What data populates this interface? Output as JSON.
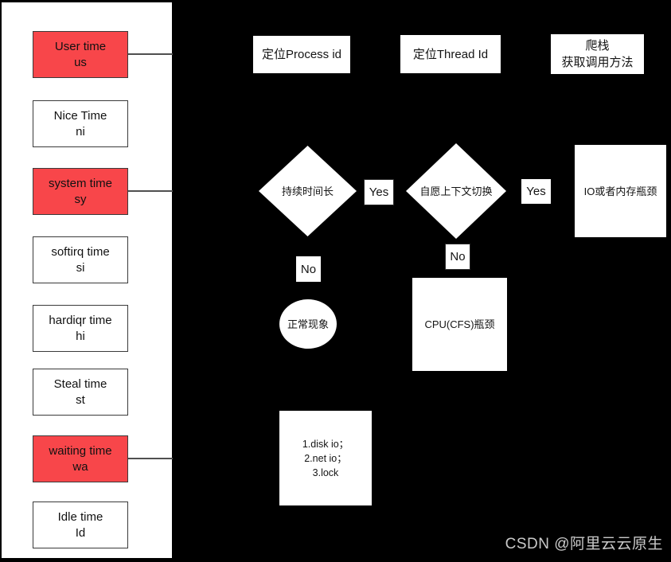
{
  "colors": {
    "canvas_bg": "#000000",
    "panel_bg": "#ffffff",
    "highlight_red": "#f8464a",
    "shape_bg": "#ffffff",
    "watermark_gray": "#c9c9c9"
  },
  "sidebar": {
    "items": [
      {
        "label": "User time\nus",
        "highlight": true
      },
      {
        "label": "Nice Time\nni",
        "highlight": false
      },
      {
        "label": "system time\nsy",
        "highlight": true
      },
      {
        "label": "softirq time\nsi",
        "highlight": false
      },
      {
        "label": "hardiqr time\nhi",
        "highlight": false
      },
      {
        "label": "Steal time\nst",
        "highlight": false
      },
      {
        "label": "waiting time\nwa",
        "highlight": true
      },
      {
        "label": "Idle time\nId",
        "highlight": false
      }
    ]
  },
  "flowchart": {
    "top_boxes": [
      {
        "label": "定位Process id"
      },
      {
        "label": "定位Thread Id"
      },
      {
        "label": "爬栈\n获取调用方法"
      }
    ],
    "decisions": [
      {
        "label": "持续时间长"
      },
      {
        "label": "自愿上下文切换"
      }
    ],
    "yes_labels": [
      "Yes",
      "Yes"
    ],
    "no_labels": [
      "No",
      "No"
    ],
    "outcomes": {
      "normal": "正常现象",
      "cpu": "CPU(CFS)瓶颈",
      "io": "IO或者内存瓶颈",
      "causes": "1.disk io；\n2.net io；\n3.lock"
    }
  },
  "watermark": "CSDN @阿里云云原生"
}
